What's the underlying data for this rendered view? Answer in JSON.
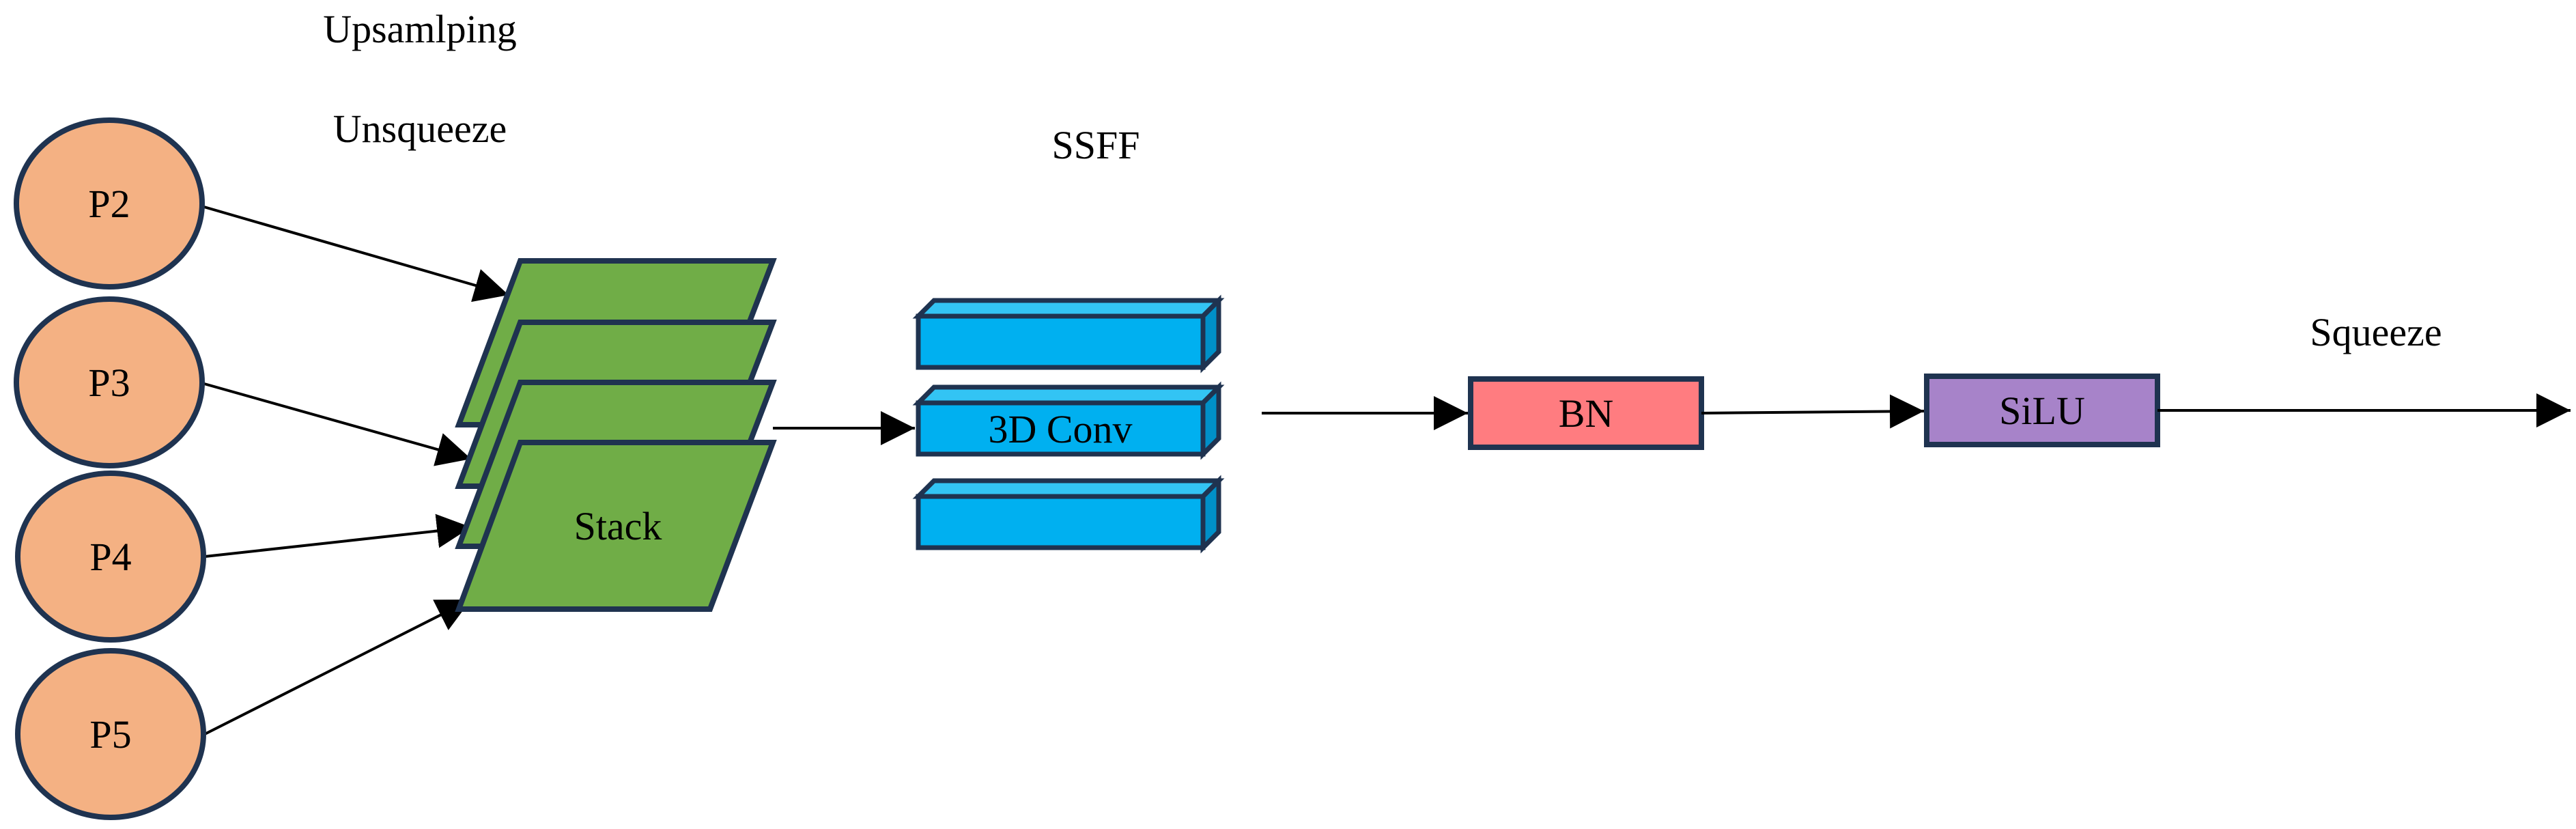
{
  "labels": {
    "upsampling": "Upsamlping",
    "unsqueeze": "Unsqueeze",
    "ssff": "SSFF",
    "squeeze": "Squeeze",
    "stack": "Stack",
    "conv": "3D Conv",
    "bn": "BN",
    "silu": "SiLU"
  },
  "inputs": [
    "P2",
    "P3",
    "P4",
    "P5"
  ],
  "colors": {
    "input_fill": "#F4B183",
    "stack_fill": "#70AD47",
    "conv_fill": "#00B0F0",
    "conv_top": "#33C4F4",
    "conv_side": "#0090C8",
    "bn_fill": "#FF7C80",
    "silu_fill": "#A783C9",
    "outline": "#1F3350",
    "arrow": "#000000"
  }
}
